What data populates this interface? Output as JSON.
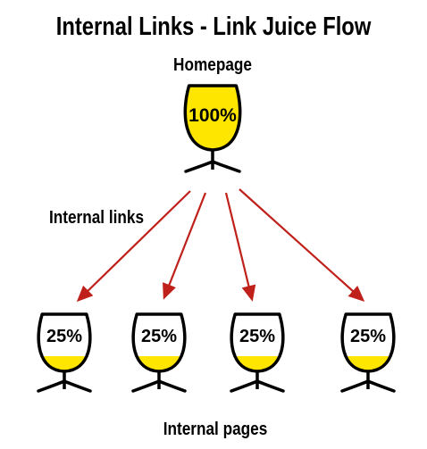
{
  "title": "Internal Links - Link Juice Flow",
  "labels": {
    "homepage": "Homepage",
    "links": "Internal links",
    "pages": "Internal pages"
  },
  "colors": {
    "juice": "#ffe600",
    "glass_outline": "#000000",
    "arrow": "#c0201a",
    "background": "#ffffff"
  },
  "home_glass": {
    "label": "100%",
    "fill_fraction": 1.0
  },
  "page_glasses": [
    {
      "label": "25%",
      "fill_fraction": 0.25
    },
    {
      "label": "25%",
      "fill_fraction": 0.25
    },
    {
      "label": "25%",
      "fill_fraction": 0.25
    },
    {
      "label": "25%",
      "fill_fraction": 0.25
    }
  ]
}
